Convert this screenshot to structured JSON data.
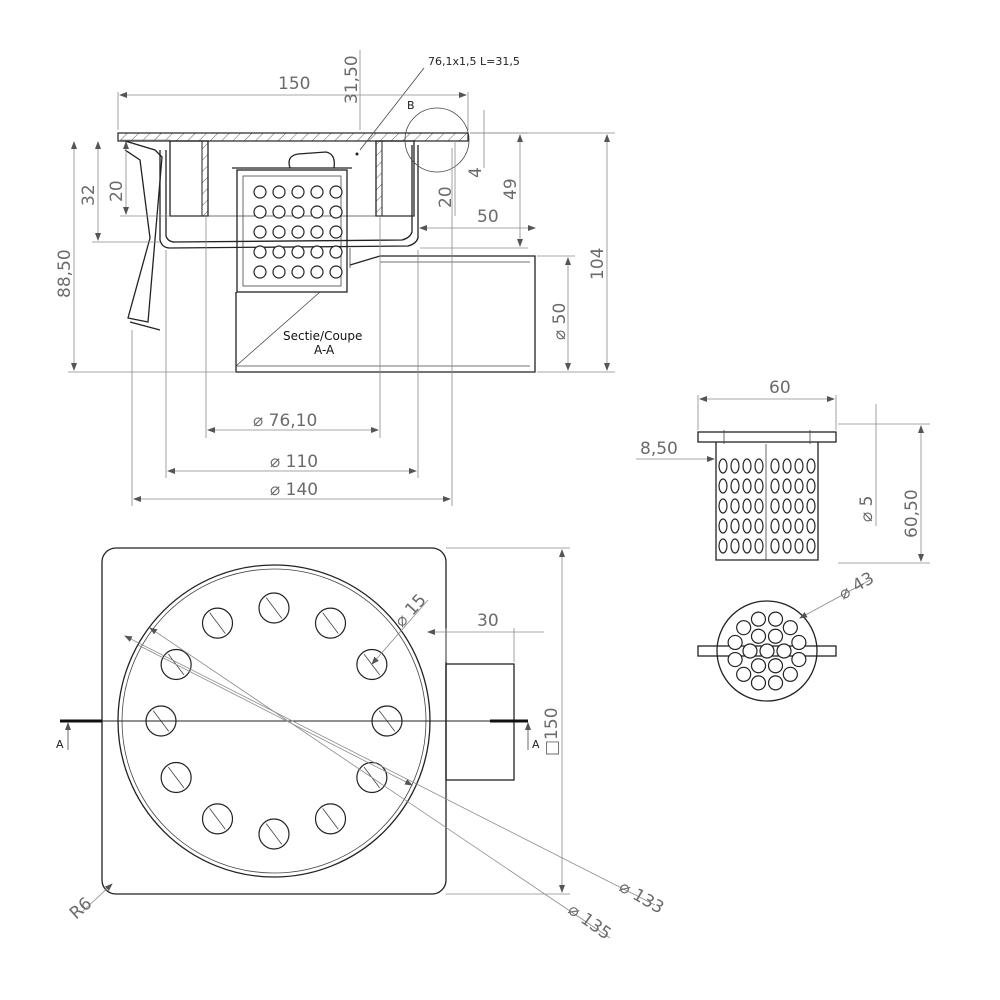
{
  "section_view": {
    "top_callout": "76,1x1,5  L=31,5",
    "detail_label": "B",
    "section_title": "Sectie/Coupe",
    "section_name": "A-A",
    "dims": {
      "width_150": "150",
      "height_31_50": "31,50",
      "height_4": "4",
      "height_49": "49",
      "height_104": "104",
      "depth_20_left": "20",
      "depth_32": "32",
      "depth_88_50": "88,50",
      "depth_20_right": "20",
      "length_50": "50",
      "dia_50": "⌀ 50",
      "dia_76_10": "⌀ 76,10",
      "dia_110": "⌀ 110",
      "dia_140": "⌀ 140"
    }
  },
  "basket_view": {
    "dims": {
      "width_60": "60",
      "flange_8_50": "8,50",
      "hole_5": "⌀ 5",
      "height_60_50": "60,50",
      "dia_43": "⌀ 43"
    }
  },
  "plan_view": {
    "dims": {
      "hole_15": "⌀ 15",
      "outlet_30": "30",
      "square_150": "□150",
      "dia_133": "⌀ 133",
      "dia_135": "⌀ 135",
      "radius_6": "R6"
    },
    "section_marks": [
      "A",
      "A"
    ]
  },
  "colors": {
    "line": "#222222",
    "dimension": "#6b6b6b"
  }
}
